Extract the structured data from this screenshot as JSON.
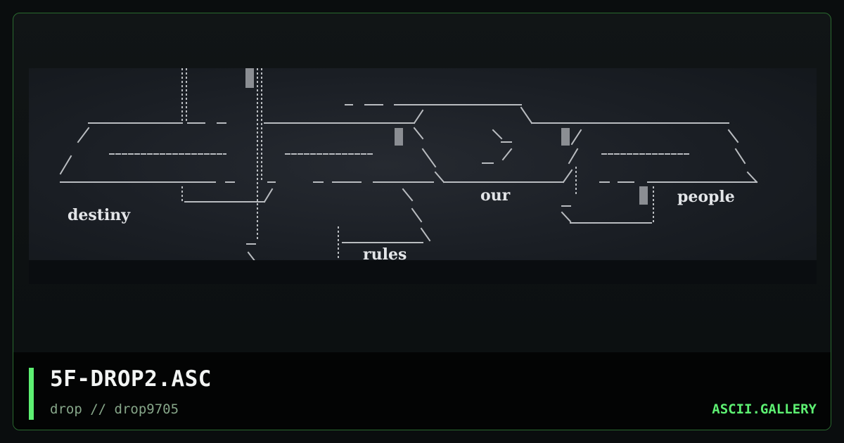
{
  "card": {
    "accent_color": "#5df072",
    "border_color": "#2a6a2f"
  },
  "artwork": {
    "words": [
      "destiny",
      "rules",
      "our",
      "people"
    ]
  },
  "footer": {
    "title": "5F-DROP2.ASC",
    "subtitle": "drop // drop9705",
    "brand": "ASCII.GALLERY"
  }
}
